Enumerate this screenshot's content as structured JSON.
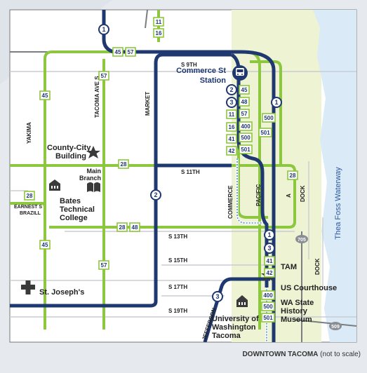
{
  "colors": {
    "navy": "#1f3870",
    "lime": "#8dc63f",
    "water": "#3b5bdb",
    "waterfront_green": "#edf3d3",
    "light_blue": "#dbeaf7",
    "street": "#c9cdd3",
    "dark_street": "#7a7d82"
  },
  "labels": {
    "commerce_station": "Commerce St",
    "station": "Station",
    "county_city": "County-City",
    "building": "Building",
    "main": "Main",
    "branch": "Branch",
    "bates": "Bates",
    "technical": "Technical",
    "college": "College",
    "earnest_s": "EARNEST S",
    "brazill": "BRAZILL",
    "st_josephs": "St. Joseph's",
    "tam": "TAM",
    "us_courthouse": "US Courthouse",
    "wa_state": "WA State",
    "history": "History",
    "museum": "Museum",
    "university": "University of",
    "washington": "Washington",
    "tacoma": "Tacoma",
    "thea_foss": "Thea Foss Waterway",
    "caption_bold": "DOWNTOWN TACOMA",
    "caption_rest": " (not to scale)"
  },
  "streets": {
    "s9th": "S 9TH",
    "s11th": "S 11TH",
    "s13th": "S 13TH",
    "s15th": "S 15TH",
    "s17th": "S 17TH",
    "s19th": "S 19TH",
    "yakima": "YAKIMA",
    "tacoma_ave": "TACOMA AVE S",
    "market": "MARKET",
    "commerce": "COMMERCE",
    "pacific": "PACIFIC",
    "a": "A",
    "dock": "DOCK",
    "dock2": "DOCK",
    "jefferson": "JEFFERSON"
  },
  "route_badges": {
    "r11_top": "11",
    "r16_top": "16",
    "r45_h": "45",
    "r57_h": "57",
    "r57_v": "57",
    "r45_v": "45",
    "r28_a": "28",
    "r28_b": "28",
    "r28_c": "28",
    "r28_13": "28",
    "r48_13": "48",
    "r45_left": "45",
    "r57_low": "57",
    "s45": "45",
    "s48": "48",
    "s57": "57",
    "s400": "400",
    "s500": "500",
    "s501": "501",
    "s11": "11",
    "s16": "16",
    "s41": "41",
    "s42": "42",
    "p500": "500",
    "p501": "501",
    "t41": "41",
    "t42": "42",
    "b400": "400",
    "b500": "500",
    "b501": "501"
  },
  "circle_routes": {
    "c1_top": "1",
    "c2_st": "2",
    "c3_st": "3",
    "c1_pac": "1",
    "c2_mkt": "2",
    "c1_low": "1",
    "c3_low": "3",
    "c3_jeff": "3"
  },
  "highway_shields": {
    "h705": "705",
    "h509": "509"
  }
}
